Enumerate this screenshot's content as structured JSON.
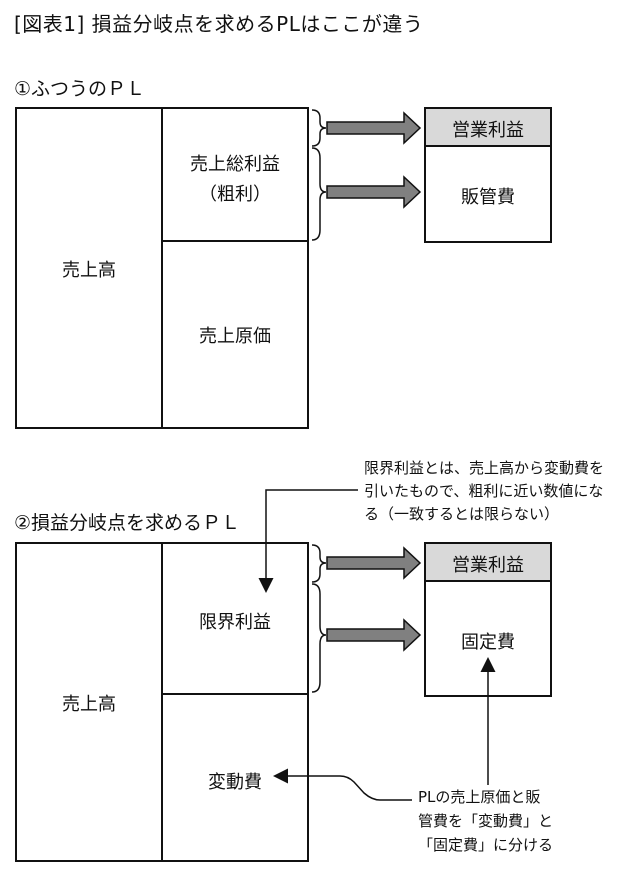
{
  "figure_title": "[図表1] 損益分岐点を求めるPLはここが違う",
  "pl1": {
    "title": "①ふつうのＰＬ",
    "sales": "売上高",
    "gross_profit_line1": "売上総利益",
    "gross_profit_line2": "（粗利）",
    "cost_of_sales": "売上原価",
    "operating_profit": "営業利益",
    "sga": "販管費"
  },
  "pl2": {
    "title": "②損益分岐点を求めるＰＬ",
    "sales": "売上高",
    "marginal_profit": "限界利益",
    "variable_cost": "変動費",
    "operating_profit": "営業利益",
    "fixed_cost": "固定費"
  },
  "notes": {
    "marginal_line1": "限界利益とは、売上高から変動費を",
    "marginal_line2": "引いたもので、粗利に近い数値にな",
    "marginal_line3": "る（一致するとは限らない）",
    "split_line1": "PLの売上原価と販",
    "split_line2": "管費を「変動費」と",
    "split_line3": "「固定費」に分ける"
  },
  "colors": {
    "header_fill": "#d9d9d9",
    "arrow_fill": "#808080",
    "line": "#111111"
  }
}
